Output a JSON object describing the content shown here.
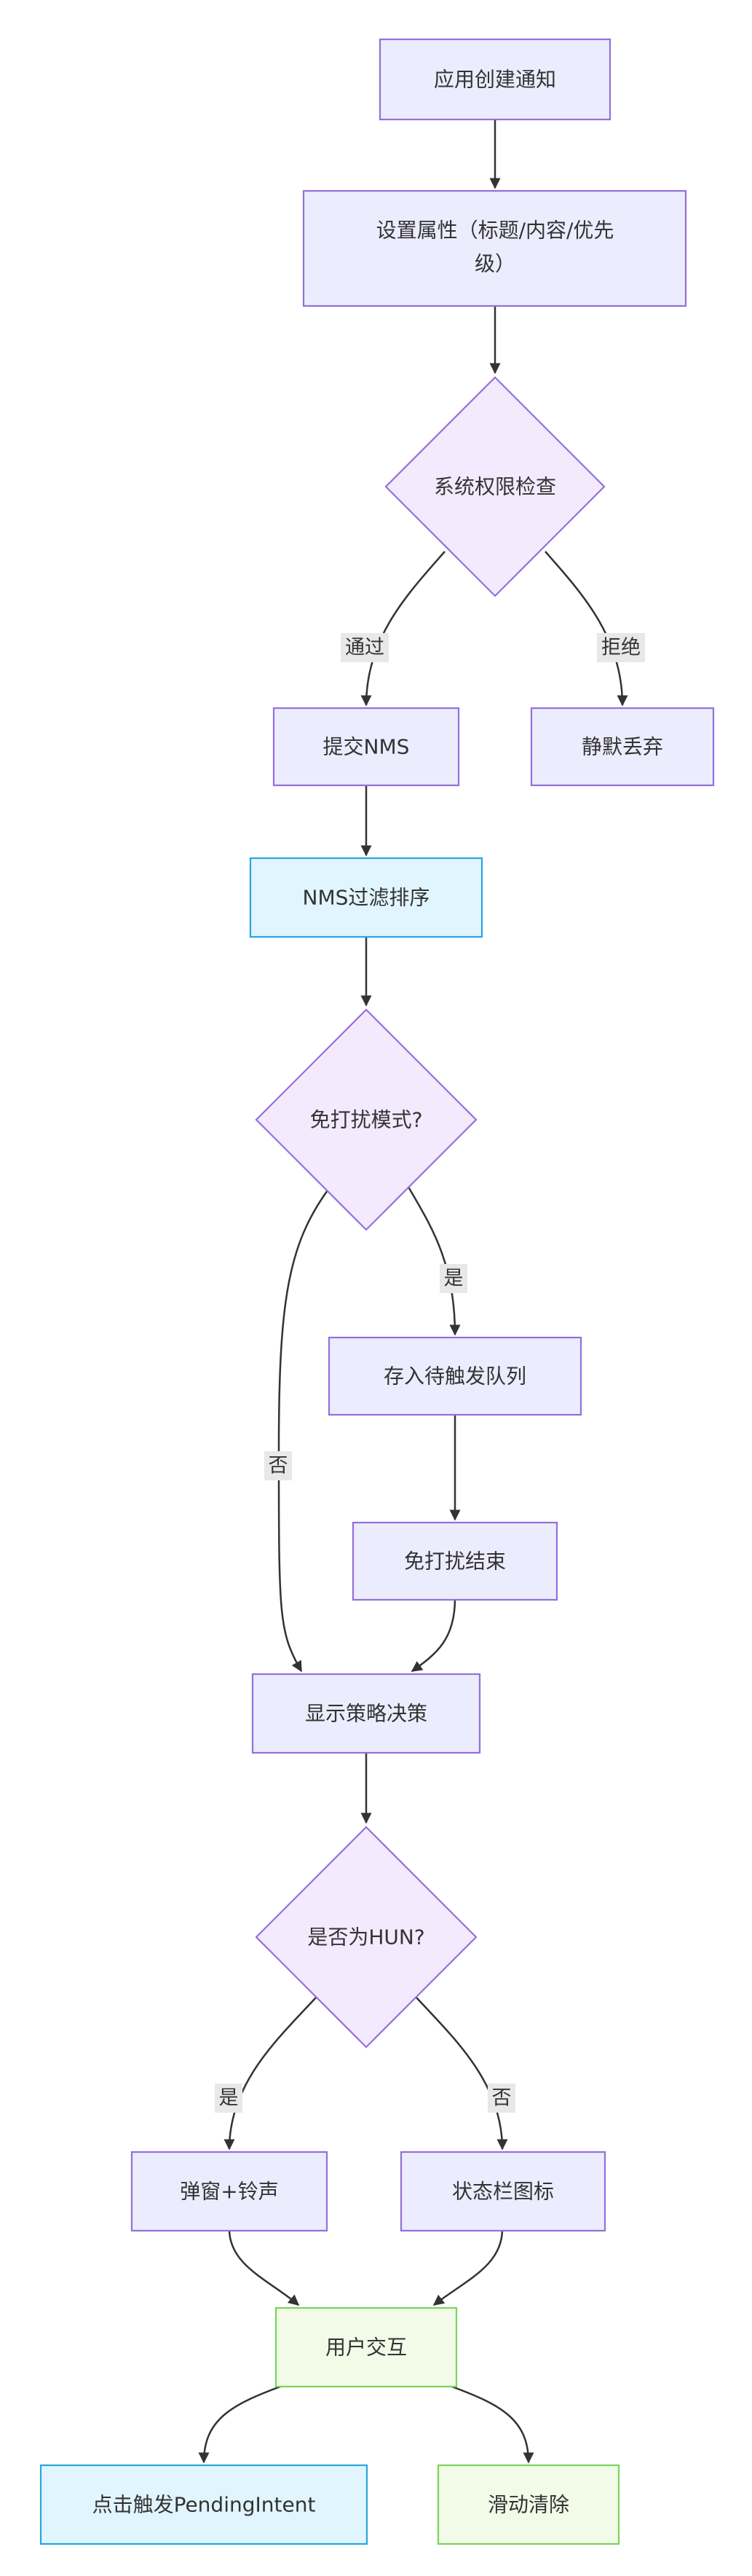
{
  "nodes": {
    "app_create": {
      "label": "应用创建通知"
    },
    "set_attrs": {
      "line1": "设置属性（标题/内容/优先",
      "line2": "级）"
    },
    "perm_check": {
      "label": "系统权限检查"
    },
    "submit_nms": {
      "label": "提交NMS"
    },
    "silent_drop": {
      "label": "静默丢弃"
    },
    "nms_filter": {
      "label": "NMS过滤排序"
    },
    "dnd_mode": {
      "label": "免打扰模式?"
    },
    "pending_queue": {
      "label": "存入待触发队列"
    },
    "dnd_end": {
      "label": "免打扰结束"
    },
    "display_policy": {
      "label": "显示策略决策"
    },
    "is_hun": {
      "label": "是否为HUN?"
    },
    "popup_ring": {
      "label": "弹窗+铃声"
    },
    "status_icon": {
      "label": "状态栏图标"
    },
    "user_interact": {
      "label": "用户交互"
    },
    "tap_pending": {
      "label": "点击触发PendingIntent"
    },
    "swipe_clear": {
      "label": "滑动清除"
    }
  },
  "edge_labels": {
    "pass": "通过",
    "reject": "拒绝",
    "dnd_yes": "是",
    "dnd_no": "否",
    "hun_yes": "是",
    "hun_no": "否"
  },
  "colors": {
    "default_fill": "#ECECFF",
    "default_stroke": "#9370DB",
    "decision_fill": "#F3EAFE",
    "blue_fill": "#E1F5FE",
    "blue_stroke": "#29A5DF",
    "green_fill": "#F1FBE8",
    "green_stroke": "#7BD45A",
    "edge": "#333333"
  }
}
